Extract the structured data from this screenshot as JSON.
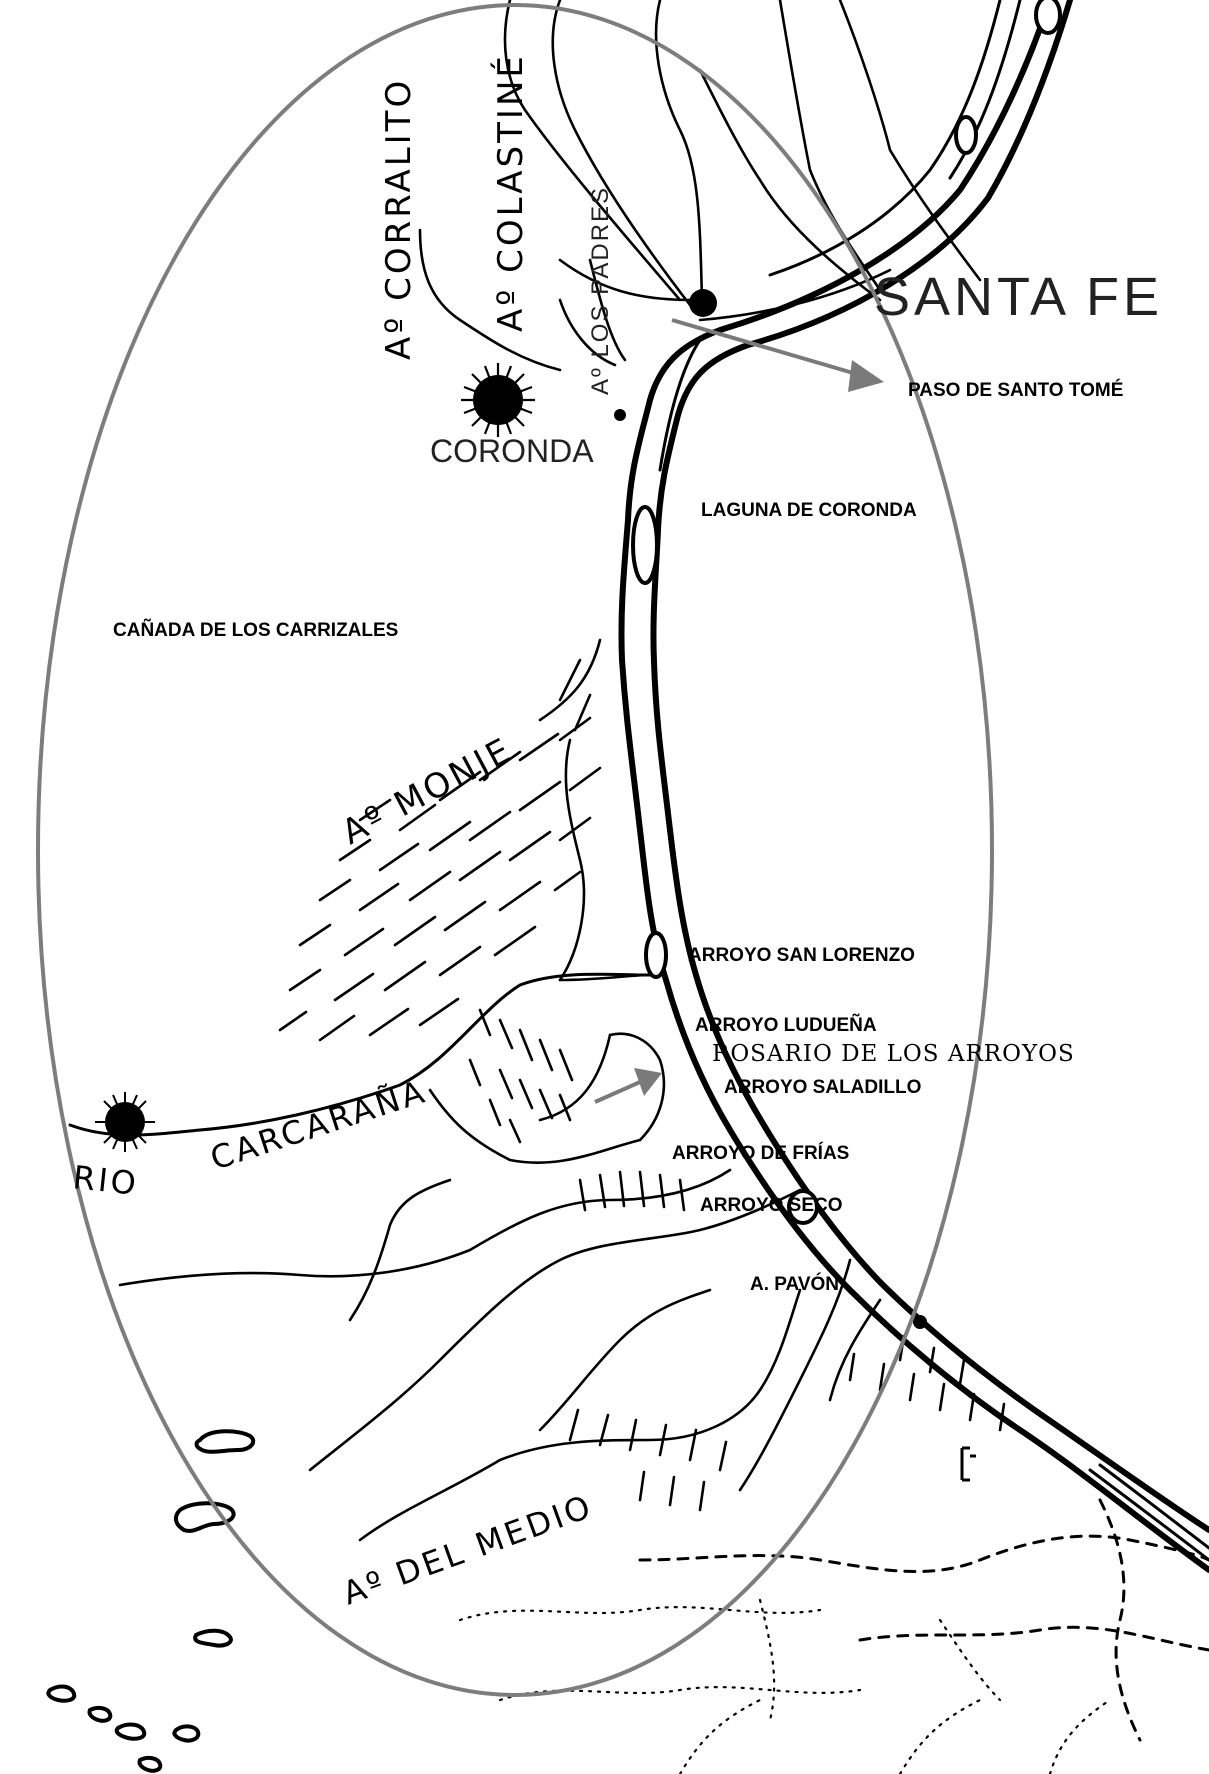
{
  "map": {
    "labels": {
      "santa_fe": "SANTA FE",
      "paso_santo_tome": "PASO DE SANTO TOMÉ",
      "laguna_coronda": "LAGUNA DE CORONDA",
      "canada_carrizales": "CAÑADA DE LOS CARRIZALES",
      "arroyo_san_lorenzo": "ARROYO SAN LORENZO",
      "arroyo_ludueña": "ARROYO LUDUEÑA",
      "rosario": "ROSARIO DE LOS ARROYOS",
      "arroyo_saladillo": "ARROYO SALADILLO",
      "arroyo_frias": "ARROYO DE FRÍAS",
      "arroyo_seco": "ARROYO SECO",
      "a_pavon": "A. PAVÓN",
      "coronda": "CORONDA",
      "ao_corralito": "Aº CORRALITO",
      "ao_colastine": "Aº COLASTINÉ",
      "a_los_padres": "Aº LOS PADRES",
      "ao_monje": "Aº MONJE",
      "rio": "RIO",
      "carcarana": "CARCARAÑA",
      "ao_del_medio": "Aº DEL MEDIO"
    },
    "colors": {
      "ink": "#000000",
      "annotation": "#7a7a7a",
      "background": "#ffffff"
    }
  }
}
